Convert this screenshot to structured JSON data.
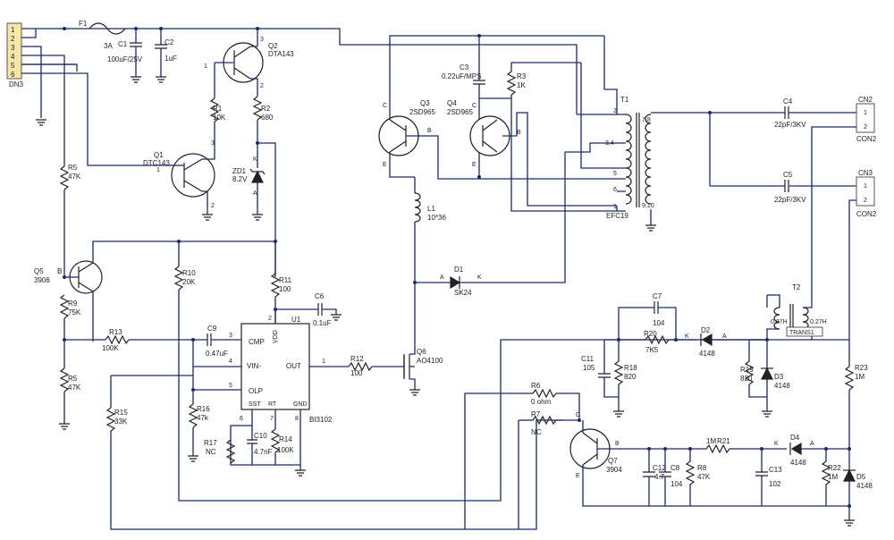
{
  "dn3": {
    "pins": [
      "1",
      "2",
      "3",
      "4",
      "5",
      "6"
    ],
    "name": "DN3"
  },
  "f1": {
    "ref": "F1",
    "value": "3A"
  },
  "c1": {
    "ref": "C1",
    "value": "100uF/25V"
  },
  "c2": {
    "ref": "C2",
    "value": "1uF"
  },
  "q2": {
    "ref": "Q2",
    "value": "DTA143",
    "pin1": "1",
    "pin2": "2",
    "pin3": "3"
  },
  "r1": {
    "ref": "R1",
    "value": "10K"
  },
  "r2": {
    "ref": "R2",
    "value": "680"
  },
  "q1": {
    "ref": "Q1",
    "value": "DTC143",
    "pin1": "1",
    "pin2": "2",
    "pin3": "3"
  },
  "zd1": {
    "ref": "ZD1",
    "value": "8.2V",
    "k": "K",
    "a": "A"
  },
  "r5a": {
    "ref": "R5",
    "value": "47K"
  },
  "q5": {
    "ref": "Q5",
    "value": "3906",
    "b": "B"
  },
  "r9": {
    "ref": "R9",
    "value": "75K"
  },
  "r5b": {
    "ref": "R5",
    "value": "47K"
  },
  "r10": {
    "ref": "R10",
    "value": "20K"
  },
  "r11": {
    "ref": "R11",
    "value": "100"
  },
  "c6": {
    "ref": "C6",
    "value": "0.1uF"
  },
  "r13": {
    "ref": "R13",
    "value": "100K"
  },
  "c9": {
    "ref": "C9",
    "value": "0.47uF"
  },
  "u1": {
    "ref": "U1",
    "part": "BI3102",
    "cmp": "CMP",
    "vin": "VIN-",
    "olp": "OLP",
    "out": "OUT",
    "vdd": "VDD",
    "sst": "SST",
    "rt": "RT",
    "gnd": "GND",
    "p3": "3",
    "p4": "4",
    "p5": "5",
    "p1": "1",
    "p2": "2",
    "p6": "6",
    "p7": "7",
    "p8": "8"
  },
  "r12": {
    "ref": "R12",
    "value": "100"
  },
  "r15": {
    "ref": "R15",
    "value": "33K"
  },
  "r16": {
    "ref": "R16",
    "value": "47k"
  },
  "r17": {
    "ref": "R17",
    "value": "NC"
  },
  "c10": {
    "ref": "C10",
    "value": "4.7nF"
  },
  "r14": {
    "ref": "R14",
    "value": "100K"
  },
  "q6": {
    "ref": "Q6",
    "value": "AO4100"
  },
  "c3": {
    "ref": "C3",
    "value": "0.22uF/MPS"
  },
  "r3": {
    "ref": "R3",
    "value": "1K"
  },
  "q3": {
    "ref": "Q3",
    "value": "2SD965",
    "b": "B",
    "c": "C",
    "e": "E"
  },
  "q4": {
    "ref": "Q4",
    "value": "2SD965",
    "b": "B",
    "c": "C",
    "e": "E"
  },
  "l1": {
    "ref": "L1",
    "value": "10*36"
  },
  "d1": {
    "ref": "D1",
    "value": "SK24",
    "a": "A",
    "k": "K"
  },
  "t1": {
    "ref": "T1",
    "part": "EFC19",
    "p1": "1",
    "p2": "2",
    "p34": "3,4",
    "p5": "5",
    "p6": "6",
    "p78": "7,8",
    "p910": "9,10"
  },
  "c4": {
    "ref": "C4",
    "value": "22pF/3KV"
  },
  "c5": {
    "ref": "C5",
    "value": "22pF/3KV"
  },
  "cn2a": {
    "ref": "CN2",
    "name": "CON2",
    "p1": "1",
    "p2": "2"
  },
  "cn3": {
    "ref": "CN3",
    "name": "CON2",
    "p1": "1",
    "p2": "2"
  },
  "t2": {
    "ref": "T2",
    "part": "TRANS1",
    "l1": "0.27H",
    "l2": "0.27H"
  },
  "c7": {
    "ref": "C7",
    "value": "104"
  },
  "r20": {
    "ref": "R20",
    "value": "7K5"
  },
  "d2": {
    "ref": "D2",
    "value": "4148",
    "k": "K",
    "a": "A"
  },
  "c11": {
    "ref": "C11",
    "value": "105"
  },
  "r18": {
    "ref": "R18",
    "value": "820"
  },
  "r19": {
    "ref": "R19",
    "value": "820"
  },
  "d3": {
    "ref": "D3",
    "value": "4148"
  },
  "r23": {
    "ref": "R23",
    "value": "1M"
  },
  "r6": {
    "ref": "R6",
    "value": "0 ohm"
  },
  "r7": {
    "ref": "R7",
    "value": "NC"
  },
  "q7": {
    "ref": "Q7",
    "value": "3904",
    "b": "B",
    "c": "C",
    "e": "E"
  },
  "r21": {
    "ref": "R21",
    "value": "1M"
  },
  "d4": {
    "ref": "D4",
    "value": "4148",
    "k": "K",
    "a": "A"
  },
  "c12": {
    "ref": "C12",
    "value": "4.7"
  },
  "c8": {
    "ref": "C8",
    "value": "104"
  },
  "r8": {
    "ref": "R8",
    "value": "47K"
  },
  "c13": {
    "ref": "C13",
    "value": "102"
  },
  "r22": {
    "ref": "R22",
    "value": "1M"
  },
  "d5": {
    "ref": "D5",
    "value": "4148"
  }
}
